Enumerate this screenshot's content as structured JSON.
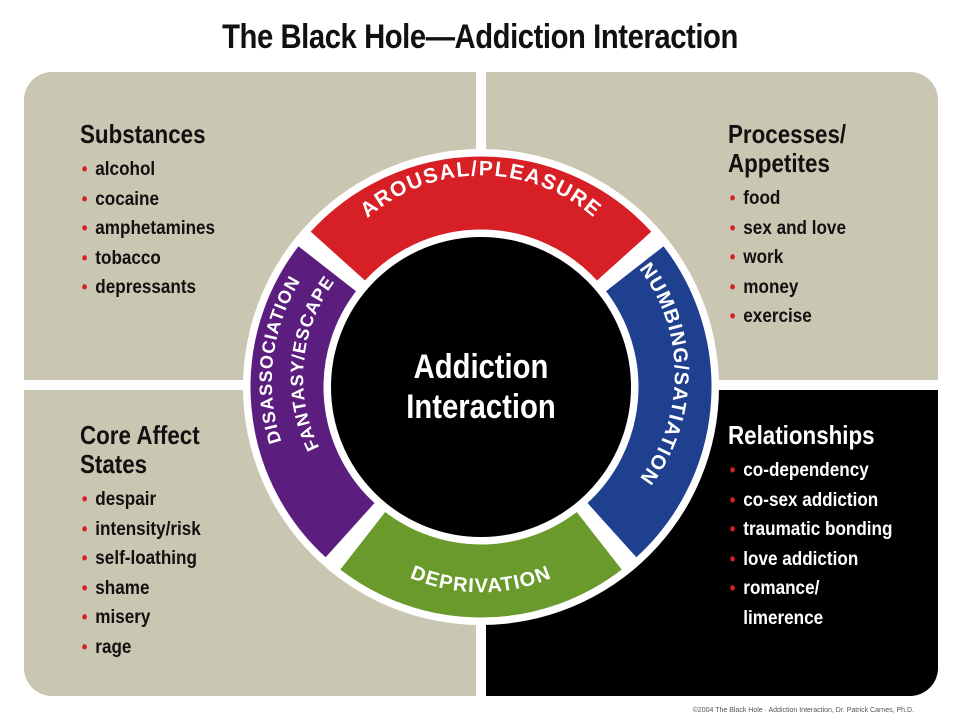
{
  "title": "The Black Hole—Addiction Interaction",
  "colors": {
    "panel_gray": "#c9c6b1",
    "panel_black": "#000000",
    "arousal_red": "#d71f26",
    "numbing_blue": "#1f3f8f",
    "deprivation_green": "#6a9a2b",
    "dissociation_purple": "#5b1e7e",
    "bullet_red": "#d71f26"
  },
  "quadrants": {
    "substances": {
      "heading": "Substances",
      "items": [
        "alcohol",
        "cocaine",
        "amphetamines",
        "tobacco",
        "depressants"
      ]
    },
    "processes": {
      "heading": "Processes/\nAppetites",
      "items": [
        "food",
        "sex and love",
        "work",
        "money",
        "exercise"
      ]
    },
    "core_affect": {
      "heading": "Core Affect\nStates",
      "items": [
        "despair",
        "intensity/risk",
        "self-loathing",
        "shame",
        "misery",
        "rage"
      ]
    },
    "relationships": {
      "heading": "Relationships",
      "items": [
        "co-dependency",
        "co-sex addiction",
        "traumatic bonding",
        "love addiction",
        "romance/",
        "limerence"
      ]
    }
  },
  "wheel": {
    "center_line1": "Addiction",
    "center_line2": "Interaction",
    "segments": {
      "arousal": "AROUSAL/PLEASURE",
      "numbing": "NUMBING/SATIATION",
      "deprivation": "DEPRIVATION",
      "dissociation_line1": "DISASSOCIATION",
      "dissociation_line2": "FANTASY/ESCAPE"
    }
  },
  "copyright": "©2004 The Black Hole · Addiction Interaction, Dr. Patrick Carnes, Ph.D."
}
